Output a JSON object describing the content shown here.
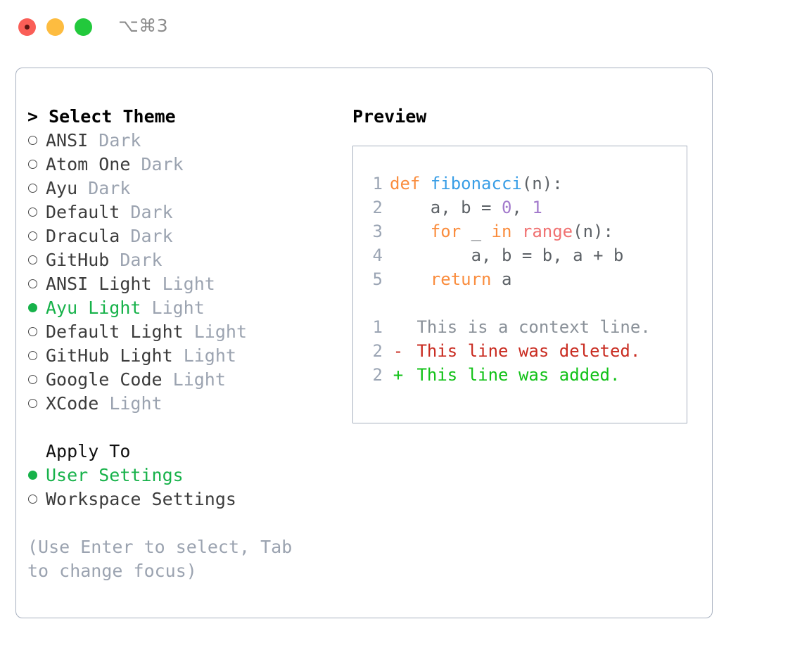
{
  "titlebar": {
    "shortcut": "⌥⌘3",
    "buttons": [
      {
        "name": "close",
        "color": "#FA5E57"
      },
      {
        "name": "minimize",
        "color": "#FDBC40"
      },
      {
        "name": "maximize",
        "color": "#22C93C"
      }
    ]
  },
  "theme_list": {
    "header": "> Select Theme",
    "items": [
      {
        "marker": "○",
        "label": "ANSI",
        "tag": "Dark",
        "selected": false
      },
      {
        "marker": "○",
        "label": "Atom One",
        "tag": "Dark",
        "selected": false
      },
      {
        "marker": "○",
        "label": "Ayu",
        "tag": "Dark",
        "selected": false
      },
      {
        "marker": "○",
        "label": "Default",
        "tag": "Dark",
        "selected": false
      },
      {
        "marker": "○",
        "label": "Dracula",
        "tag": "Dark",
        "selected": false
      },
      {
        "marker": "○",
        "label": "GitHub",
        "tag": "Dark",
        "selected": false
      },
      {
        "marker": "○",
        "label": "ANSI Light",
        "tag": "Light",
        "selected": false
      },
      {
        "marker": "●",
        "label": "Ayu Light",
        "tag": "Light",
        "selected": true
      },
      {
        "marker": "○",
        "label": "Default Light",
        "tag": "Light",
        "selected": false
      },
      {
        "marker": "○",
        "label": "GitHub Light",
        "tag": "Light",
        "selected": false
      },
      {
        "marker": "○",
        "label": "Google Code",
        "tag": "Light",
        "selected": false
      },
      {
        "marker": "○",
        "label": "XCode",
        "tag": "Light",
        "selected": false
      }
    ]
  },
  "apply_to": {
    "header": "Apply To",
    "items": [
      {
        "marker": "●",
        "label": "User Settings",
        "selected": true
      },
      {
        "marker": "○",
        "label": "Workspace Settings",
        "selected": false
      }
    ]
  },
  "hint": "(Use Enter to select, Tab to change focus)",
  "preview": {
    "title": "Preview",
    "code_lines": [
      {
        "num": "1",
        "tokens": [
          {
            "text": "def ",
            "kind": "keyword"
          },
          {
            "text": "fibonacci",
            "kind": "function"
          },
          {
            "text": "(n):",
            "kind": "default"
          }
        ]
      },
      {
        "num": "2",
        "tokens": [
          {
            "text": "    a, b = ",
            "kind": "default"
          },
          {
            "text": "0",
            "kind": "number"
          },
          {
            "text": ", ",
            "kind": "default"
          },
          {
            "text": "1",
            "kind": "number"
          }
        ]
      },
      {
        "num": "3",
        "tokens": [
          {
            "text": "    ",
            "kind": "default"
          },
          {
            "text": "for",
            "kind": "keyword"
          },
          {
            "text": " _ ",
            "kind": "default"
          },
          {
            "text": "in",
            "kind": "keyword"
          },
          {
            "text": " ",
            "kind": "default"
          },
          {
            "text": "range",
            "kind": "call"
          },
          {
            "text": "(n):",
            "kind": "default"
          }
        ]
      },
      {
        "num": "4",
        "tokens": [
          {
            "text": "        a, b = b, a + b",
            "kind": "default"
          }
        ]
      },
      {
        "num": "5",
        "tokens": [
          {
            "text": "    ",
            "kind": "default"
          },
          {
            "text": "return",
            "kind": "keyword"
          },
          {
            "text": " a",
            "kind": "default"
          }
        ]
      }
    ],
    "diff_lines": [
      {
        "num": "1",
        "mark": " ",
        "text": "This is a context line.",
        "kind": "context"
      },
      {
        "num": "2",
        "mark": "-",
        "text": "This line was deleted.",
        "kind": "deleted"
      },
      {
        "num": "2",
        "mark": "+",
        "text": "This line was added.",
        "kind": "added"
      }
    ]
  },
  "colors": {
    "accent_green": "#17B24A",
    "muted_grey": "#9BA3B0",
    "border": "#A7B0BF",
    "kw_orange": "#FA8D3E",
    "fn_blue": "#399EE6",
    "num_purple": "#A37ACC",
    "call_red": "#F07171",
    "diff_delete": "#C92C21",
    "diff_add": "#13C219"
  }
}
